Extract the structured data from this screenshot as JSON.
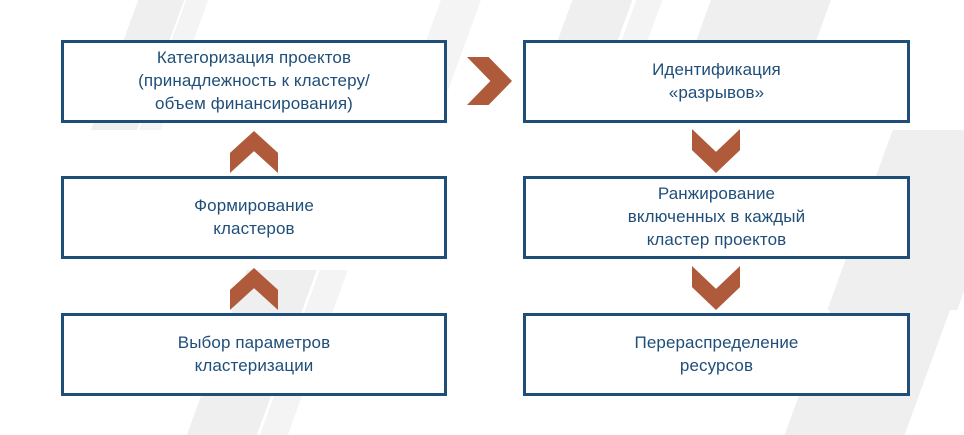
{
  "diagram": {
    "background_color": "#ffffff",
    "node_border_color": "#1f4e79",
    "node_text_color": "#1f4e79",
    "arrow_color": "#b05a3c",
    "watermark_color": "#efefef",
    "nodes": [
      {
        "id": "categorization",
        "text": "Категоризация проектов\n(принадлежность к кластеру/\nобъем финансирования)"
      },
      {
        "id": "identification",
        "text": "Идентификация\n«разрывов»"
      },
      {
        "id": "cluster-formation",
        "text": "Формирование\nкластеров"
      },
      {
        "id": "ranking",
        "text": "Ранжирование\nвключенных в каждый\nкластер проектов"
      },
      {
        "id": "parameter-selection",
        "text": "Выбор параметров\nкластеризации"
      },
      {
        "id": "resource-reallocation",
        "text": "Перераспределение\nресурсов"
      }
    ],
    "arrows": [
      {
        "id": "arrow-params-to-formation",
        "direction": "up"
      },
      {
        "id": "arrow-formation-to-categorization",
        "direction": "up"
      },
      {
        "id": "arrow-categorization-to-identification",
        "direction": "right"
      },
      {
        "id": "arrow-identification-to-ranking",
        "direction": "down"
      },
      {
        "id": "arrow-ranking-to-reallocation",
        "direction": "down"
      }
    ]
  }
}
